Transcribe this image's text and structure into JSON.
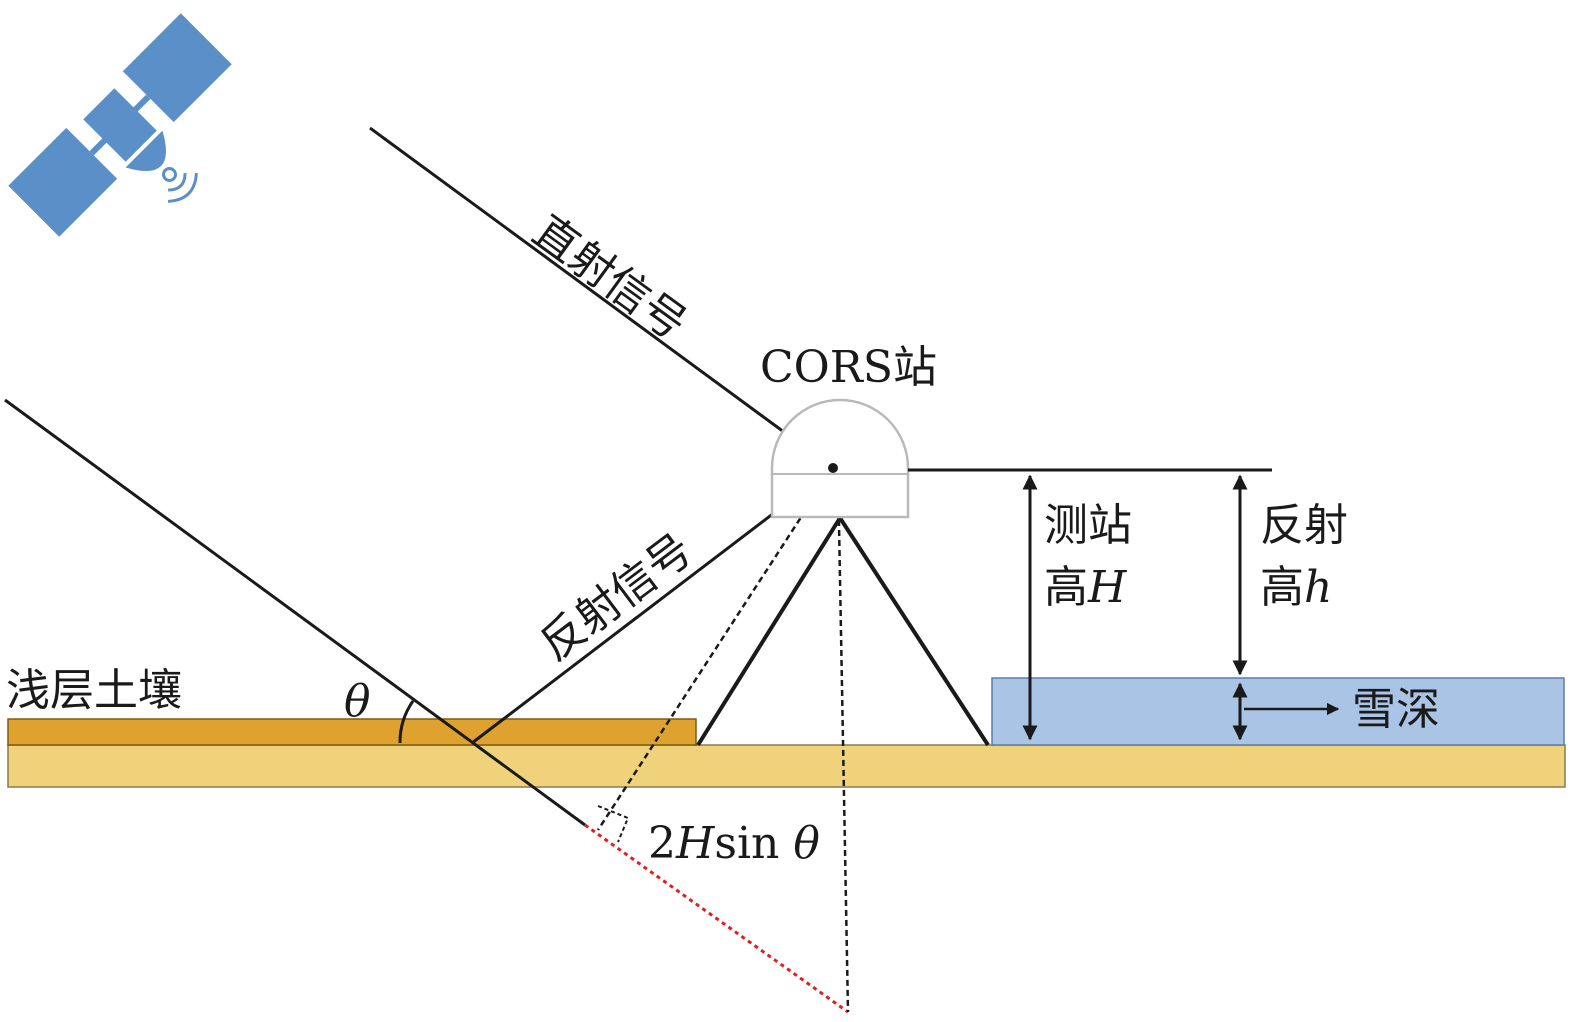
{
  "labels": {
    "direct_signal": "直射信号",
    "reflected_signal": "反射信号",
    "cors_station": "CORS站",
    "shallow_soil": "浅层土壤",
    "snow_depth": "雪深",
    "theta": "θ",
    "station_height_line1": "测站",
    "station_height_prefix": "高",
    "station_height_var": "H",
    "reflection_height_line1": "反射",
    "reflection_height_prefix": "高",
    "reflection_height_var": "h",
    "path_diff_prefix": "2",
    "path_diff_var_h": "H",
    "path_diff_sin": "sin ",
    "path_diff_theta": "θ"
  },
  "colors": {
    "line": "#1a1a1a",
    "soil_top": "#e0a22e",
    "soil_base": "#efd27a",
    "snow": "#aac4e6",
    "satellite": "#5b8fc7",
    "red_dotted": "#e02020",
    "antenna": "#b9b9b9"
  },
  "icons": {
    "satellite": "satellite-icon",
    "antenna": "antenna-dome-icon"
  }
}
